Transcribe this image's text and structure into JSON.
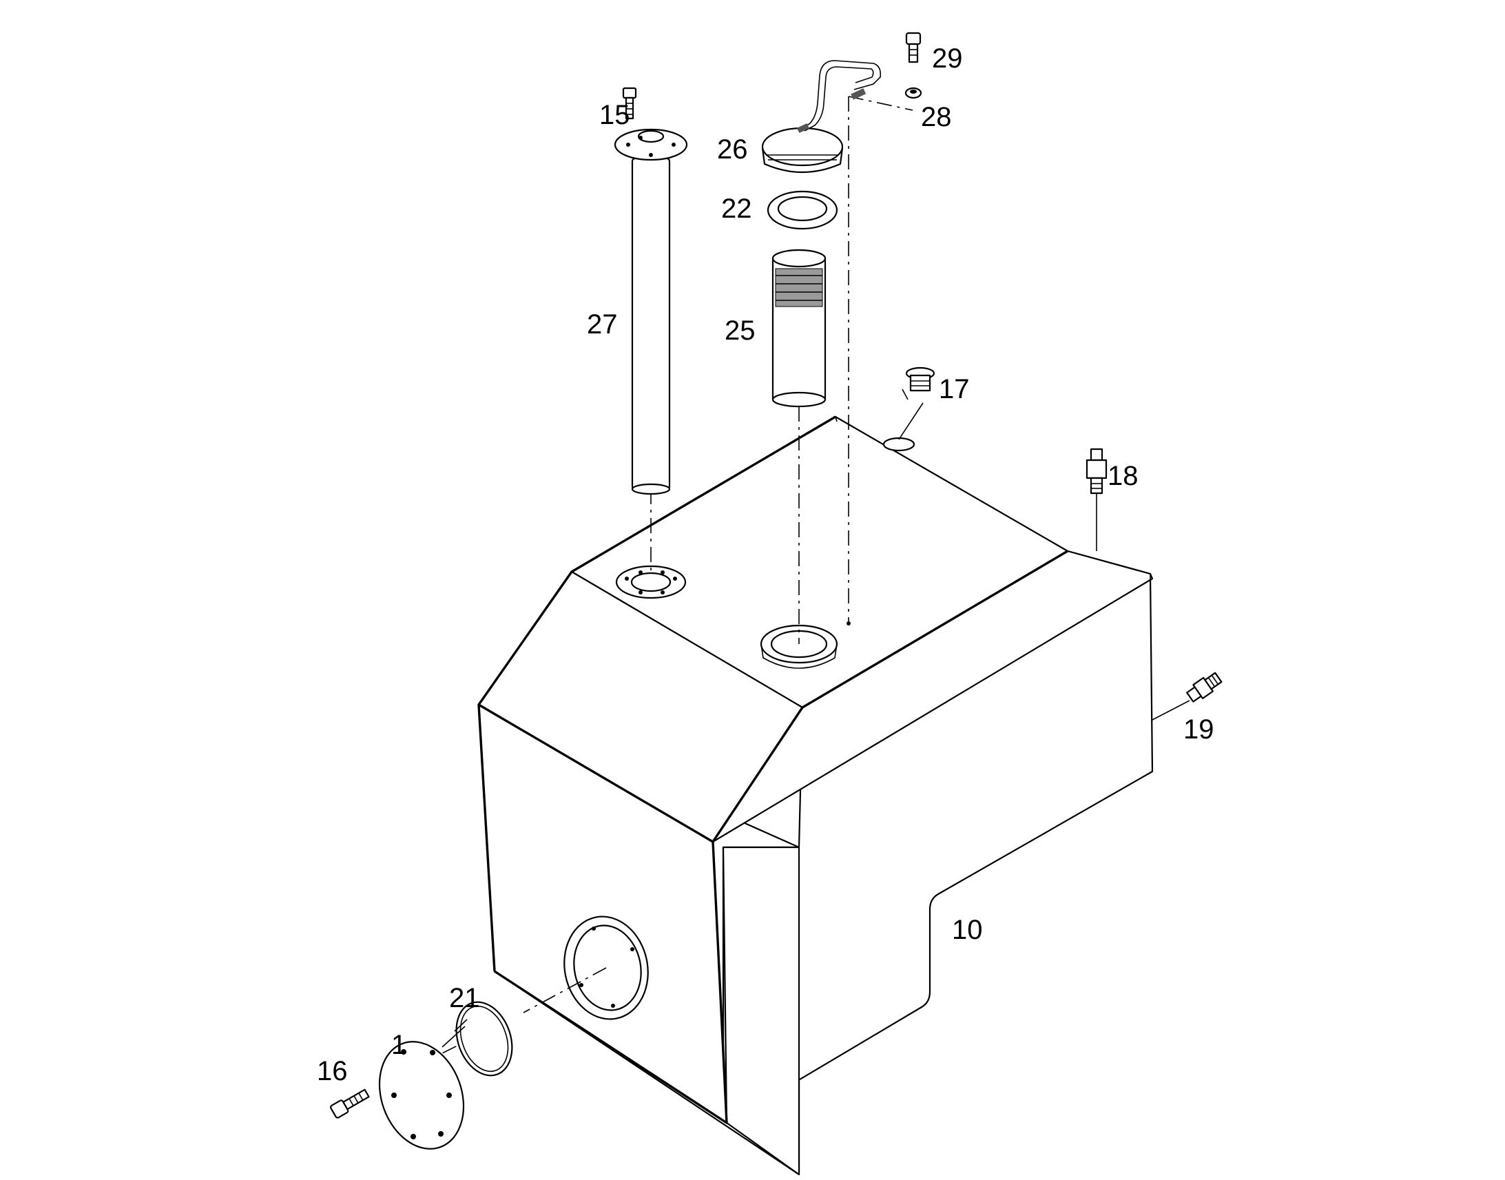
{
  "callouts": {
    "p1": "1",
    "p10": "10",
    "p15": "15",
    "p16": "16",
    "p17": "17",
    "p18": "18",
    "p19": "19",
    "p21": "21",
    "p22": "22",
    "p25": "25",
    "p26": "26",
    "p27": "27",
    "p28": "28",
    "p29": "29"
  },
  "colors": {
    "line": "#000000",
    "background": "#ffffff"
  }
}
